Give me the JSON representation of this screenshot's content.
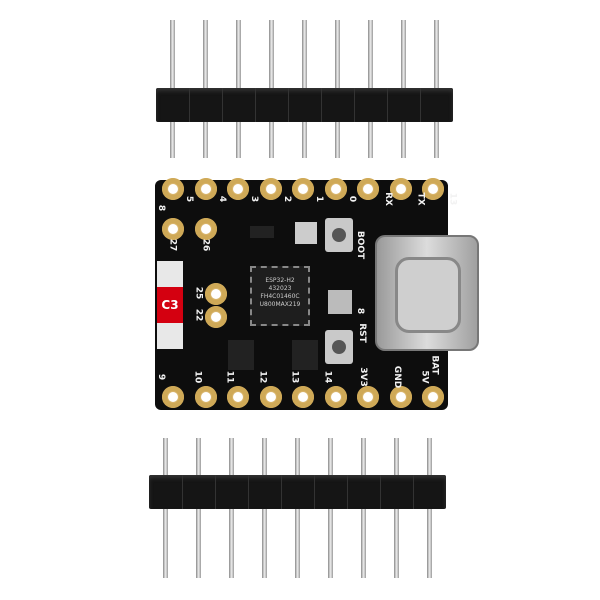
{
  "header_pin_count": 9,
  "board": {
    "top_labels": [
      "8",
      "5",
      "4",
      "3",
      "2",
      "1",
      "0",
      "RX",
      "TX",
      "13"
    ],
    "bottom_labels": [
      "9",
      "10",
      "11",
      "12",
      "13",
      "14",
      "3V3",
      "GND",
      "5V"
    ],
    "inner_labels": [
      "27",
      "26",
      "25",
      "22"
    ],
    "button_labels": {
      "boot": "BOOT",
      "reset": "RST"
    },
    "side_labels": [
      "8",
      "BAT"
    ],
    "chip_text": [
      "ESP32-H2",
      "432023",
      "FH4C01460C",
      "U800MAX219"
    ],
    "module_mark": "C3",
    "colors": {
      "pcb": "#0d0d0d",
      "pads": "#d8b46a",
      "mark": "#d40010"
    }
  }
}
